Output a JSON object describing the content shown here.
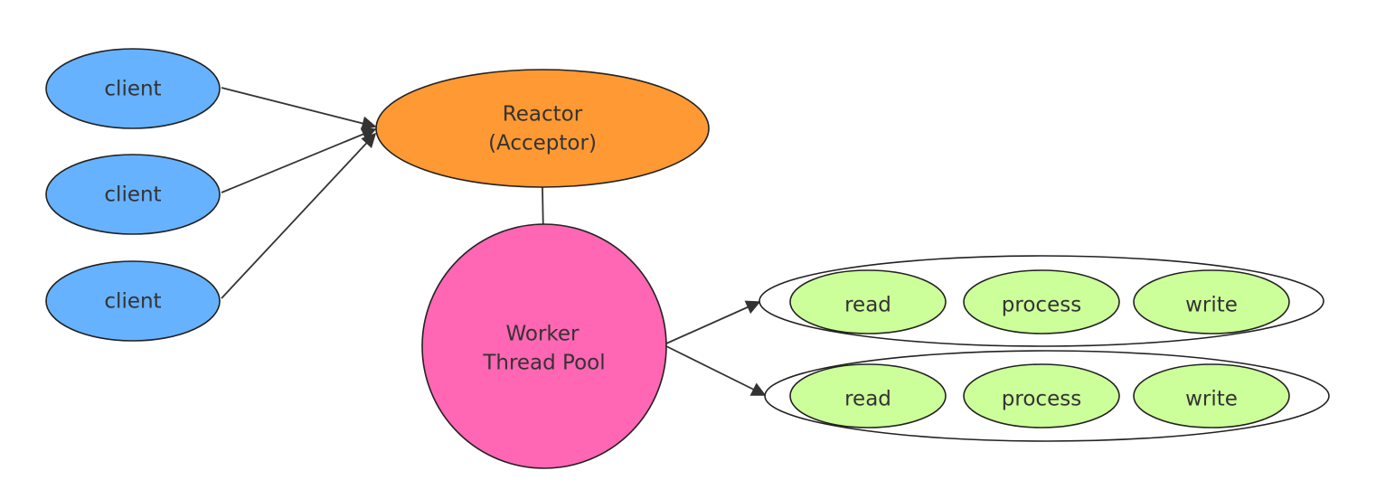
{
  "colors": {
    "client": "#66b2ff",
    "reactor": "#ff9933",
    "worker": "#ff66b3",
    "task": "#ccff99",
    "edge": "#333333"
  },
  "clients": [
    {
      "label": "client"
    },
    {
      "label": "client"
    },
    {
      "label": "client"
    }
  ],
  "reactor": {
    "line1": "Reactor",
    "line2": "(Acceptor)"
  },
  "worker": {
    "line1": "Worker",
    "line2": "Thread Pool"
  },
  "pipelines": [
    {
      "steps": [
        "read",
        "process",
        "write"
      ]
    },
    {
      "steps": [
        "read",
        "process",
        "write"
      ]
    }
  ]
}
